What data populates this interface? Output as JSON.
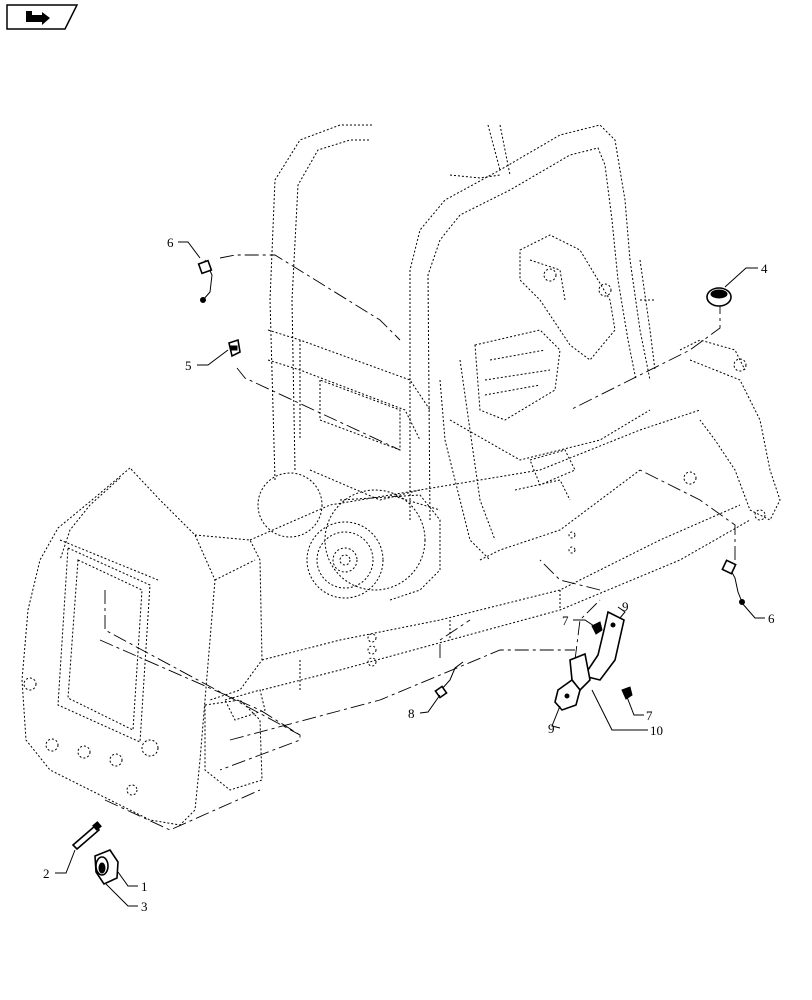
{
  "nav": {
    "icon": "next-page-arrow-icon"
  },
  "callouts": [
    {
      "id": "c1",
      "text": "1"
    },
    {
      "id": "c2",
      "text": "2"
    },
    {
      "id": "c3",
      "text": "3"
    },
    {
      "id": "c4",
      "text": "4"
    },
    {
      "id": "c5",
      "text": "5"
    },
    {
      "id": "c6a",
      "text": "6"
    },
    {
      "id": "c6b",
      "text": "6"
    },
    {
      "id": "c7a",
      "text": "7"
    },
    {
      "id": "c7b",
      "text": "7"
    },
    {
      "id": "c8",
      "text": "8"
    },
    {
      "id": "c9a",
      "text": "9"
    },
    {
      "id": "c9b",
      "text": "9"
    },
    {
      "id": "c10",
      "text": "10"
    }
  ]
}
